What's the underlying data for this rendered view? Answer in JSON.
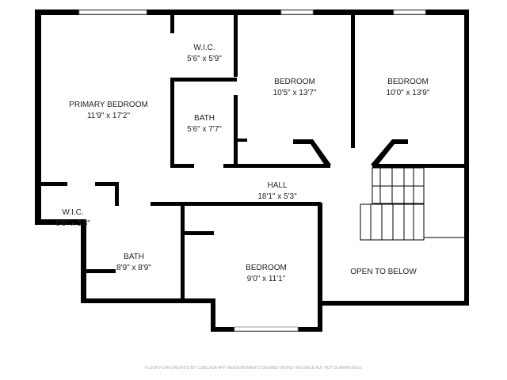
{
  "rooms": [
    {
      "name": "PRIMARY BEDROOM",
      "size": "11'9\" x 17'2\""
    },
    {
      "name": "W.I.C.",
      "size": "5'6\" x 5'9\""
    },
    {
      "name": "BATH",
      "size": "5'6\" x 7'7\""
    },
    {
      "name": "BEDROOM",
      "size": "10'5\" x 13'7\""
    },
    {
      "name": "BEDROOM",
      "size": "10'0\" x 13'9\""
    },
    {
      "name": "HALL",
      "size": "18'1\" x 5'3\""
    },
    {
      "name": "W.I.C.",
      "size": "6'6\" x 5'8\""
    },
    {
      "name": "BATH",
      "size": "8'9\" x 8'9\""
    },
    {
      "name": "BEDROOM",
      "size": "9'0\" x 11'1\""
    },
    {
      "name": "OPEN TO BELOW",
      "size": ""
    }
  ],
  "footer": "FLOOR PLAN CREATED BY CUBICASA APP. MEASUREMENTS DEEMED HIGHLY RELIABLE BUT NOT GUARANTEED.",
  "colors": {
    "wall": "#000000",
    "background": "#ffffff"
  }
}
